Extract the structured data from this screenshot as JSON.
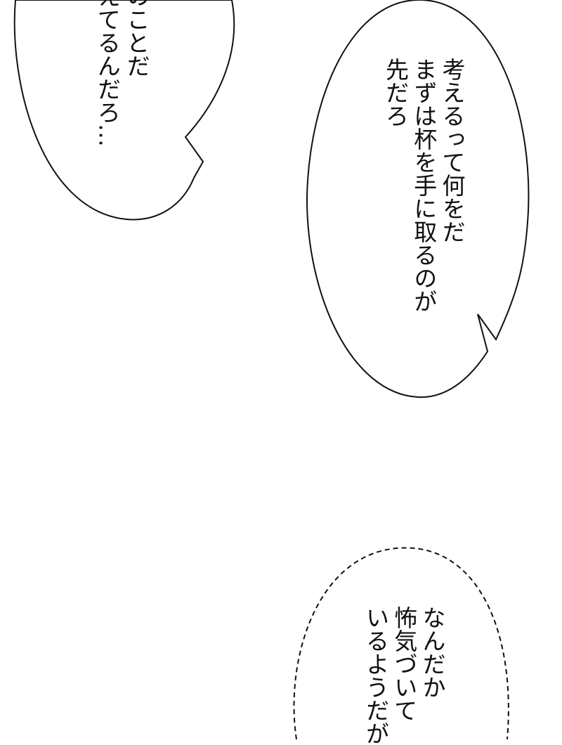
{
  "bubbles": {
    "left": {
      "lines": [
        "のことだ",
        "えてるんだろ…"
      ]
    },
    "middle": {
      "lines": [
        "考えるって何をだ",
        "まずは杯を手に取るのが",
        "先だろ"
      ]
    },
    "bottom": {
      "lines": [
        "なんだか",
        "怖気づいて",
        "いるようだが"
      ]
    }
  },
  "colors": {
    "background": "#ffffff",
    "stroke": "#111111",
    "text": "#111111"
  }
}
